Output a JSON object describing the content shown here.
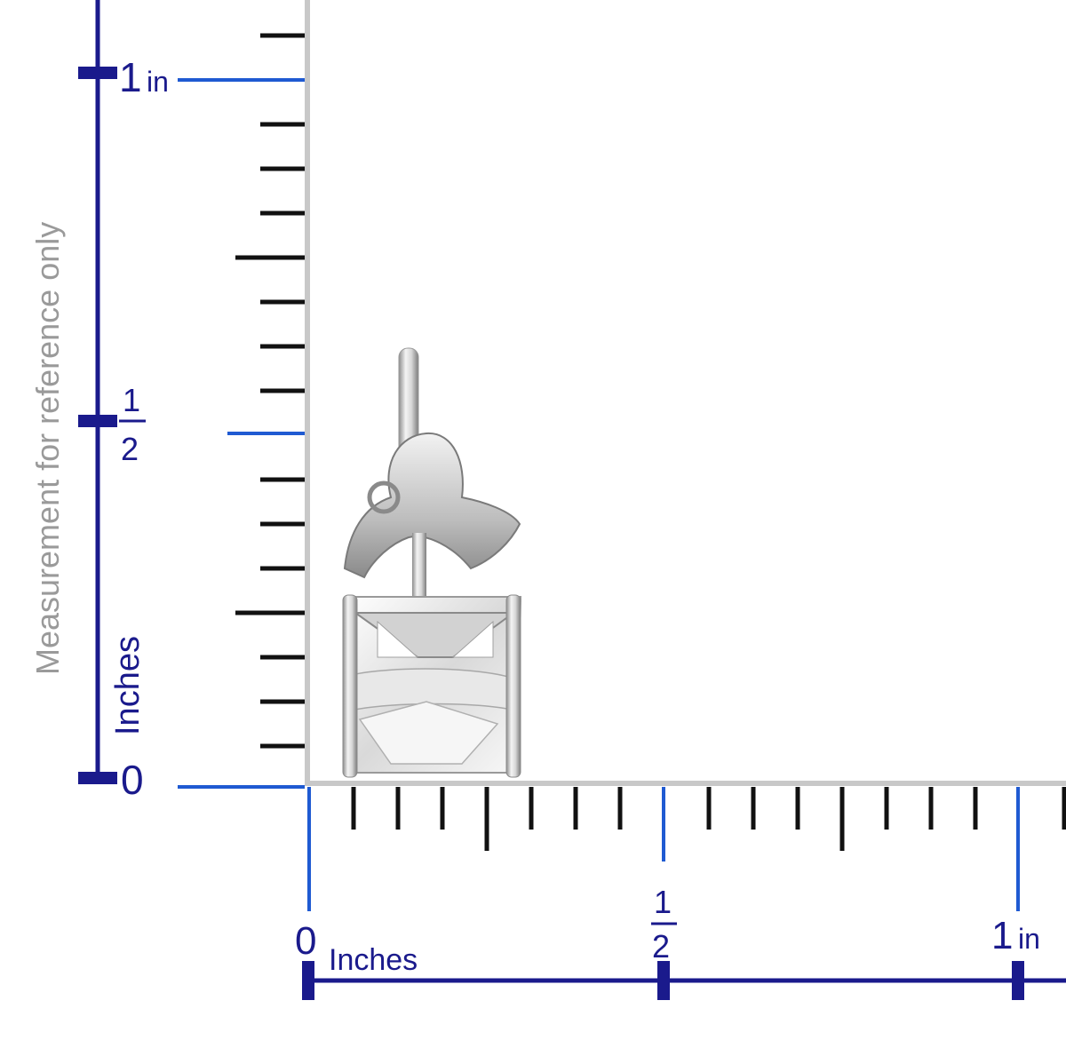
{
  "colors": {
    "navy": "#1a1a8c",
    "blue": "#1f5ad2",
    "grey_axis": "#c8c8c8",
    "tick": "#111111",
    "caption": "#9a9a9a"
  },
  "vertical_scale": {
    "label_1": "1",
    "unit_1": "in",
    "half_num": "1",
    "half_den": "2",
    "label_0": "0",
    "unit_name": "Inches"
  },
  "horizontal_scale": {
    "label_0": "0",
    "unit_name": "Inches",
    "half_num": "1",
    "half_den": "2",
    "label_1": "1",
    "unit_1": "in"
  },
  "caption": "Measurement for reference only",
  "product": {
    "icon": "stud-earring-image",
    "description_hidden": ""
  }
}
